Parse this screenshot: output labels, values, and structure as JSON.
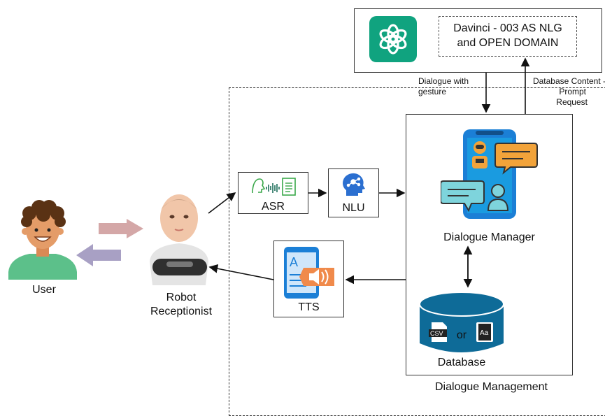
{
  "diagram": {
    "user_label": "User",
    "robot_label_line1": "Robot",
    "robot_label_line2": "Receptionist",
    "asr_label": "ASR",
    "nlu_label": "NLU",
    "tts_label": "TTS",
    "dialogue_manager_label": "Dialogue Manager",
    "database_label": "Database",
    "db_or_text": "or",
    "dialogue_management_label": "Dialogue Management",
    "davinci_line1": "Davinci - 003 AS NLG",
    "davinci_line2": "and OPEN DOMAIN",
    "dialogue_with_gesture_line1": "Dialogue with",
    "dialogue_with_gesture_line2": "gesture",
    "db_content_line1": "Database Content -",
    "db_content_line2": "Prompt",
    "db_content_line3": "Request",
    "csv_icon_text": "CSV",
    "aa_icon_text": "Aa"
  },
  "colors": {
    "openai_green": "#10a37f",
    "user_shirt": "#5cc08a",
    "arrow_left": "#a8a0c4",
    "arrow_right": "#d4a7a7",
    "database_blue": "#0e6b98",
    "phone_blue": "#1b7fd6",
    "bubble_orange": "#f2a33a",
    "bubble_teal": "#7ed4dc"
  }
}
